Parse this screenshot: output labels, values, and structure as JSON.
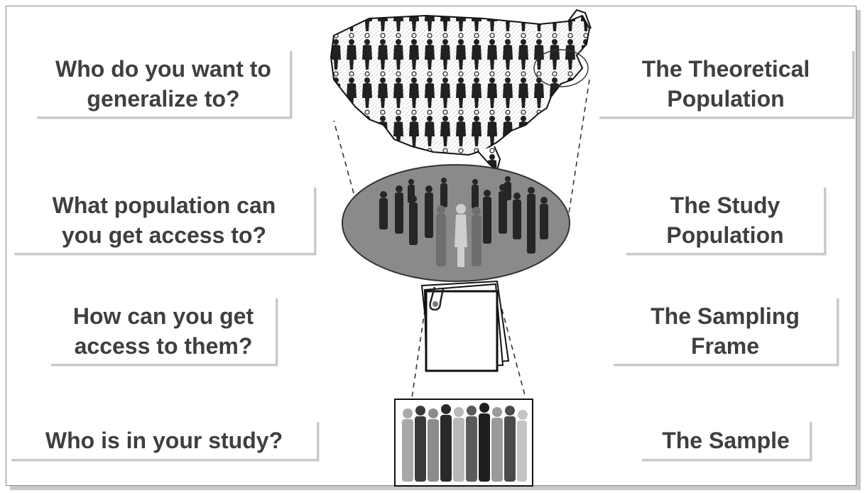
{
  "left_questions": [
    {
      "lines": [
        "Who do you want to",
        "generalize to?"
      ]
    },
    {
      "lines": [
        "What population can",
        "you get access to?"
      ]
    },
    {
      "lines": [
        "How can you get",
        "access to them?"
      ]
    },
    {
      "lines": [
        "Who is in your study?"
      ]
    }
  ],
  "right_answers": [
    {
      "lines": [
        "The Theoretical",
        "Population"
      ]
    },
    {
      "lines": [
        "The Study",
        "Population"
      ]
    },
    {
      "lines": [
        "The Sampling",
        "Frame"
      ]
    },
    {
      "lines": [
        "The Sample"
      ]
    }
  ],
  "illustrations": {
    "theoretical_population": "us-map-people-icon",
    "study_population": "crowd-ellipse-icon",
    "sampling_frame": "paper-stack-icon",
    "sample": "group-of-people-icon"
  },
  "colors": {
    "label_text": "#3f3f3f",
    "ellipse_fill": "#8a8a8a",
    "dark_figure": "#1e1e1e"
  }
}
